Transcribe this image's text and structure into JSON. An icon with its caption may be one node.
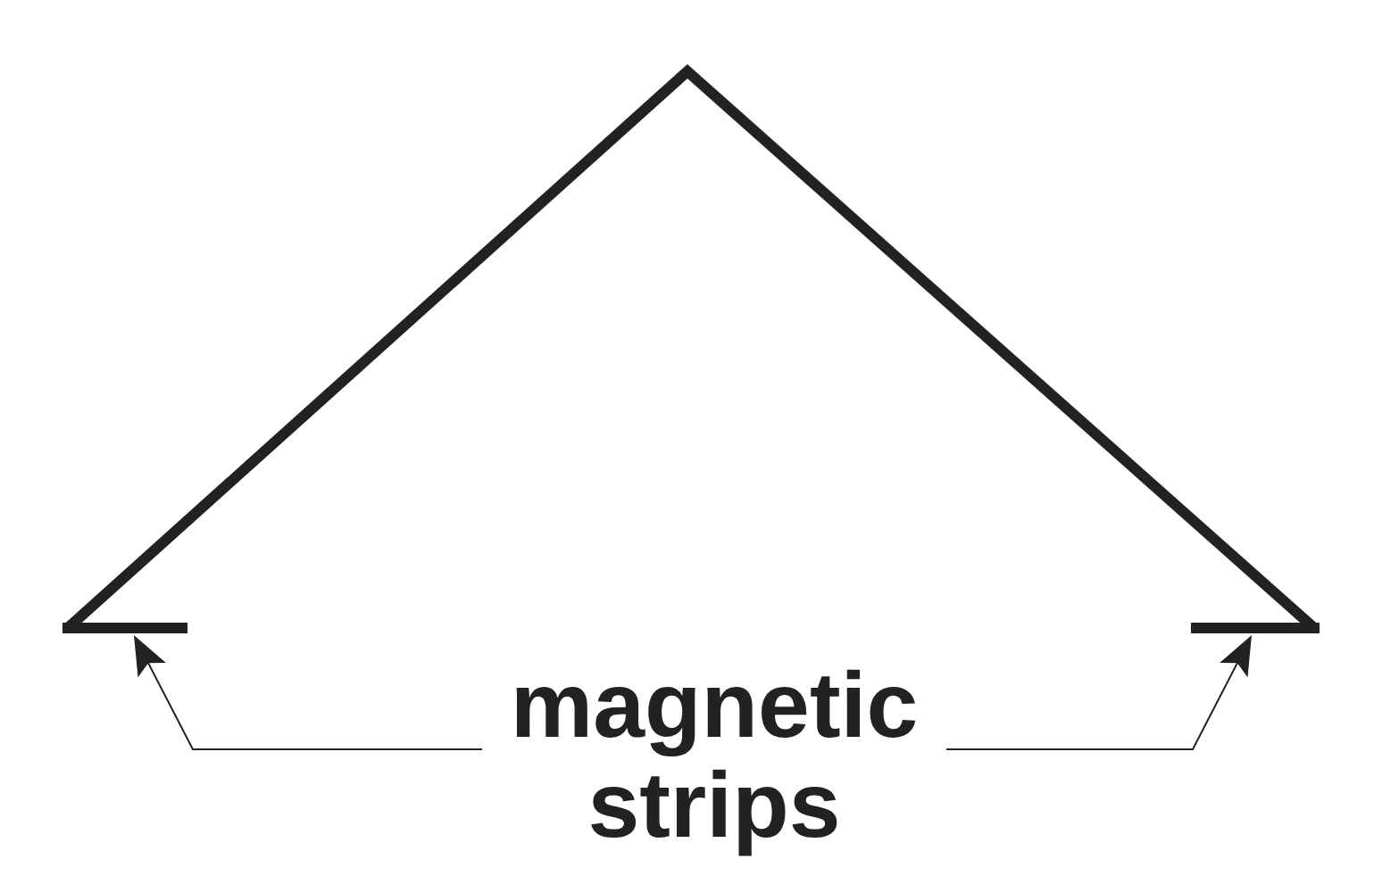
{
  "diagram": {
    "nodes": [
      {
        "text": [
          "magnetic strips"
        ]
      },
      {
        "text": [],
        "shape": "bar"
      },
      {
        "text": [],
        "shape": "bar"
      }
    ],
    "edges": [
      {
        "from": 0,
        "to": 1,
        "arrow": "to"
      },
      {
        "from": 0,
        "to": 2,
        "arrow": "to"
      }
    ]
  }
}
